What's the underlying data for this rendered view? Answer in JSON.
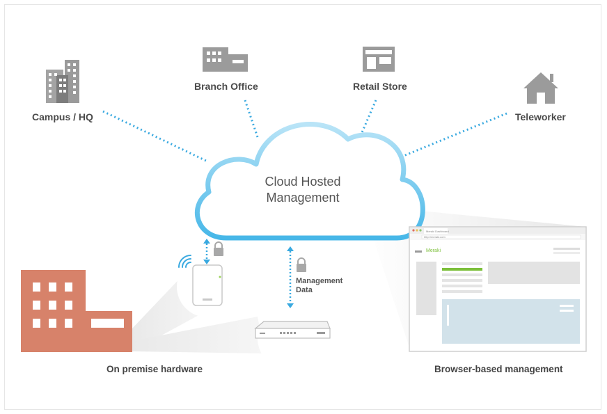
{
  "diagram": {
    "nodes": {
      "campus": "Campus / HQ",
      "branch": "Branch Office",
      "retail": "Retail Store",
      "teleworker": "Teleworker",
      "cloud_line1": "Cloud Hosted",
      "cloud_line2": "Management",
      "onprem": "On premise hardware",
      "browser": "Browser-based management",
      "mgmt_line1": "Management",
      "mgmt_line2": "Data"
    },
    "browser_mock": {
      "tab": "Meraki Dashboard",
      "url": "http://meraki.com",
      "brand": "Meraki"
    },
    "colors": {
      "icon_gray": "#9b9b9b",
      "link_blue": "#39a9e0",
      "cloud_edge": "#5cc2ec",
      "building": "#d7826a",
      "accent_green": "#7cbf3a",
      "panel_blue": "#d2e2ea"
    },
    "icons": [
      "campus-building-icon",
      "branch-office-icon",
      "retail-store-icon",
      "house-icon",
      "lock-icon",
      "wifi-icon",
      "access-point-icon",
      "security-appliance-icon",
      "office-building-icon"
    ]
  }
}
